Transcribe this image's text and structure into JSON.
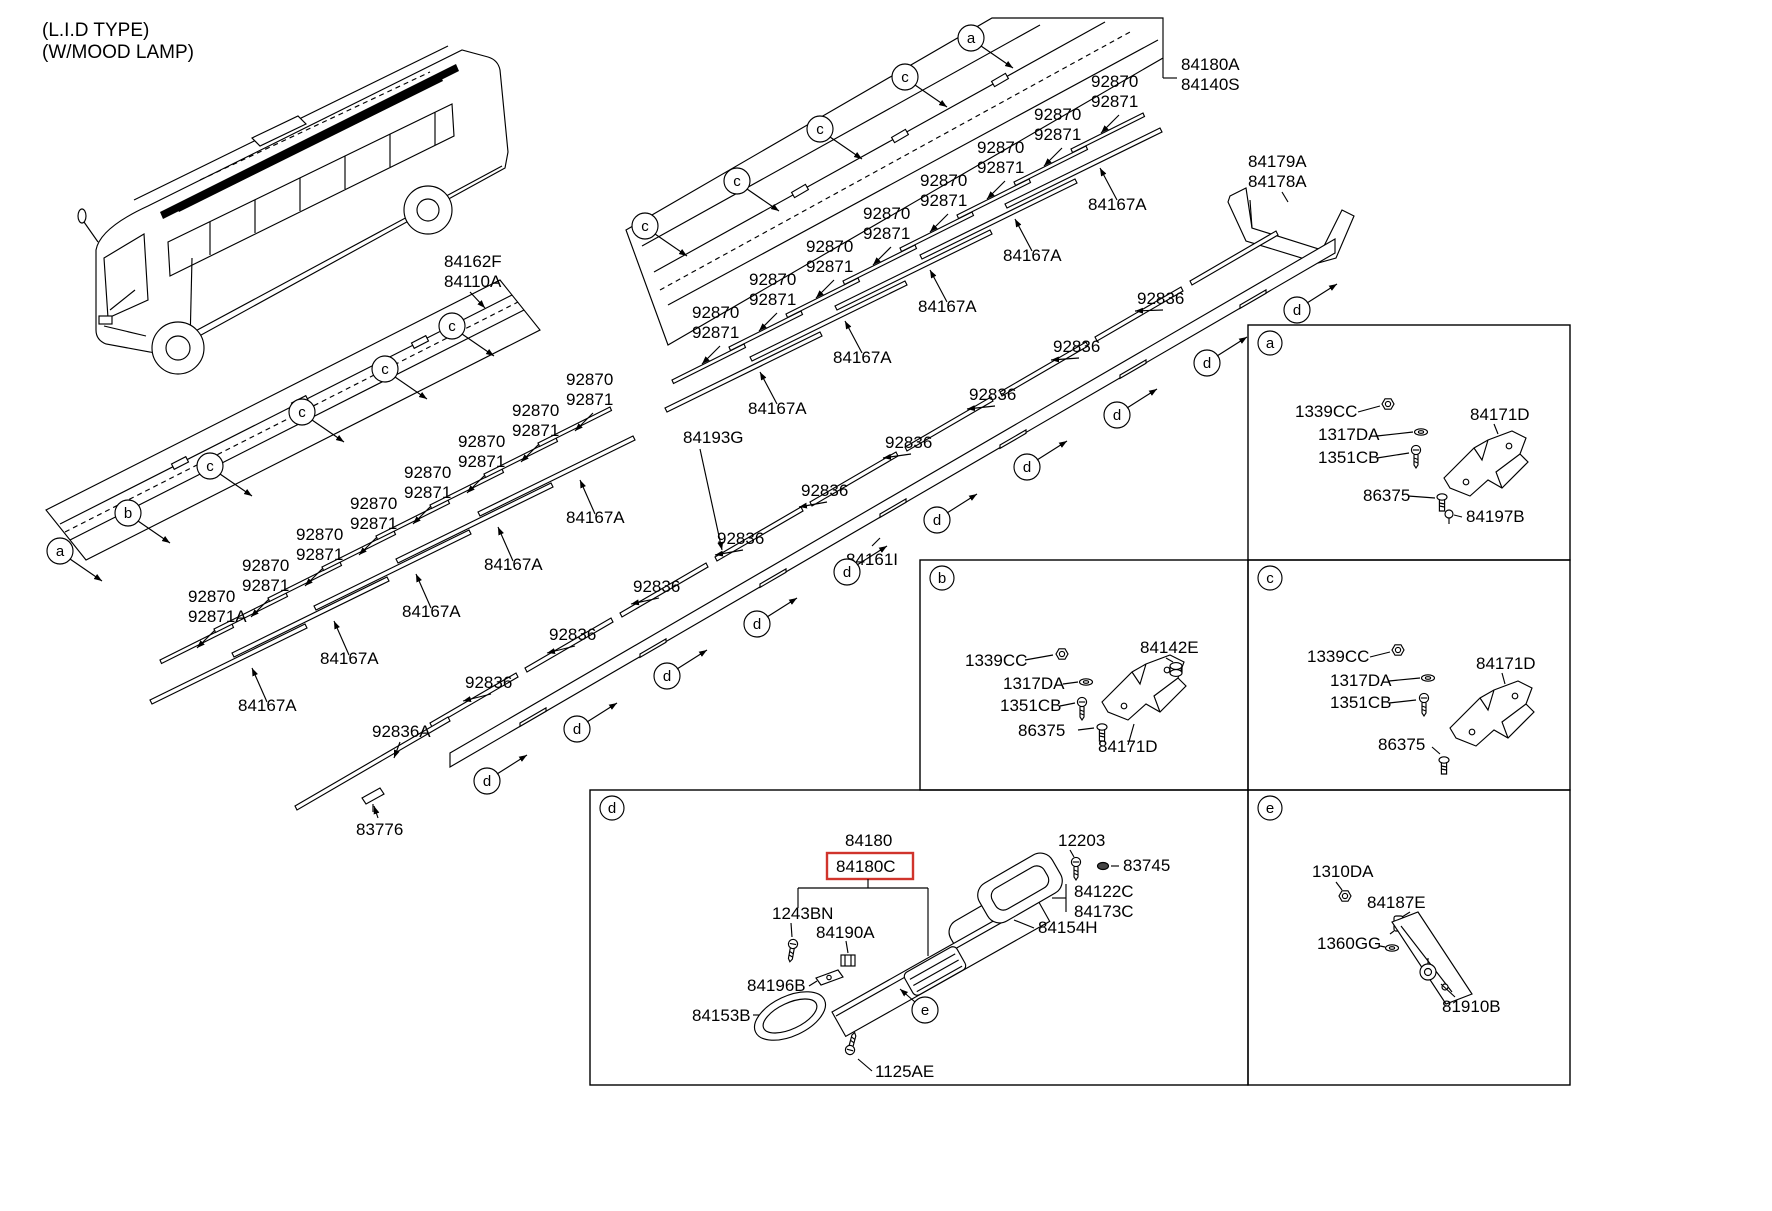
{
  "header": {
    "type_note": "(L.I.D TYPE)",
    "lamp_note": "(W/MOOD LAMP)"
  },
  "callouts": {
    "a": "a",
    "b": "b",
    "c": "c",
    "d": "d",
    "e": "e"
  },
  "parts": {
    "92870": "92870",
    "92871": "92871",
    "92871A": "92871A",
    "84167A": "84167A",
    "92836": "92836",
    "92836A": "92836A",
    "84180A": "84180A",
    "84140S": "84140S",
    "84179A": "84179A",
    "84178A": "84178A",
    "84162F": "84162F",
    "84110A": "84110A",
    "84193G": "84193G",
    "84161I": "84161I",
    "83776": "83776",
    "1339CC": "1339CC",
    "1317DA": "1317DA",
    "1351CB": "1351CB",
    "84171D": "84171D",
    "86375": "86375",
    "84197B": "84197B",
    "84142E": "84142E",
    "84180": "84180",
    "84180C": "84180C",
    "12203": "12203",
    "83745": "83745",
    "84122C": "84122C",
    "84173C": "84173C",
    "84154H": "84154H",
    "1243BN": "1243BN",
    "84190A": "84190A",
    "84196B": "84196B",
    "84153B": "84153B",
    "1125AE": "1125AE",
    "1310DA": "1310DA",
    "84187E": "84187E",
    "1360GG": "1360GG",
    "81910B": "81910B"
  },
  "colors": {
    "line": "#000000",
    "highlight": "#d0342c",
    "background": "#ffffff"
  }
}
